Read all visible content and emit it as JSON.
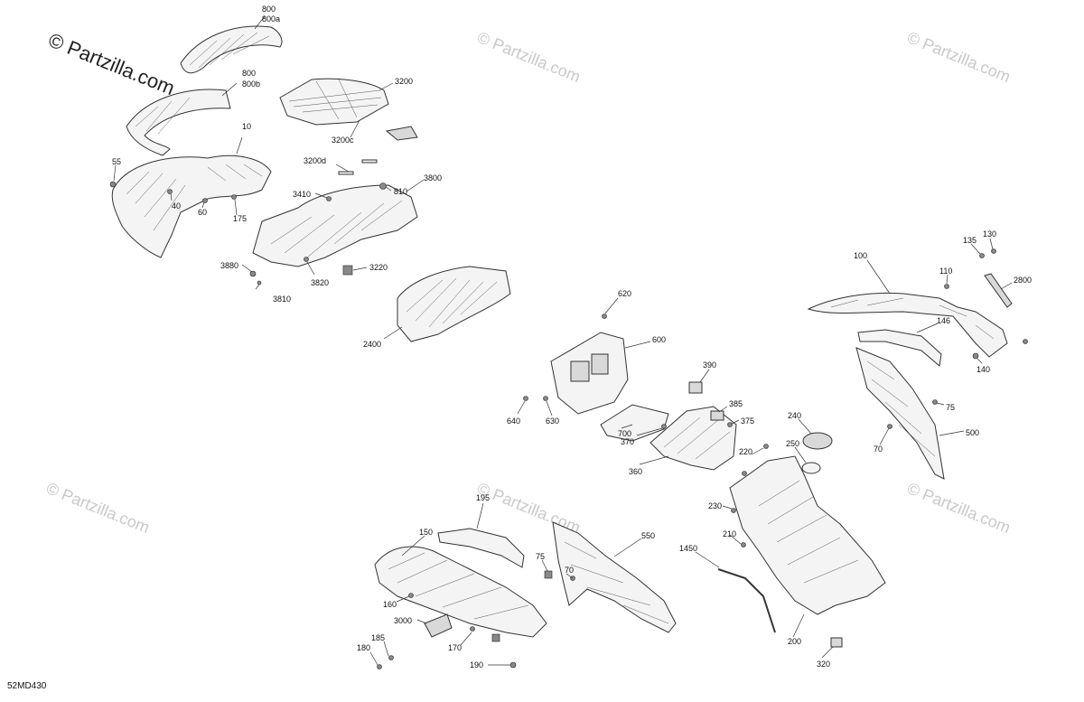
{
  "watermark_main": "© Partzilla.com",
  "watermark_repeat": "© Partzilla.com",
  "diagram_code": "52MD430",
  "labels": [
    "800",
    "800a",
    "800",
    "800b",
    "10",
    "55",
    "40",
    "60",
    "175",
    "3200",
    "3200c",
    "3200d",
    "3410",
    "810",
    "3800",
    "3880",
    "3810",
    "3820",
    "3220",
    "2400",
    "620",
    "600",
    "640",
    "630",
    "700",
    "370",
    "390",
    "385",
    "375",
    "360",
    "220",
    "240",
    "250",
    "230",
    "210",
    "1450",
    "200",
    "320",
    "100",
    "110",
    "135",
    "130",
    "2800",
    "146",
    "140",
    "75",
    "70",
    "500",
    "195",
    "150",
    "75",
    "70",
    "550",
    "160",
    "3000",
    "170",
    "185",
    "180",
    "190"
  ]
}
